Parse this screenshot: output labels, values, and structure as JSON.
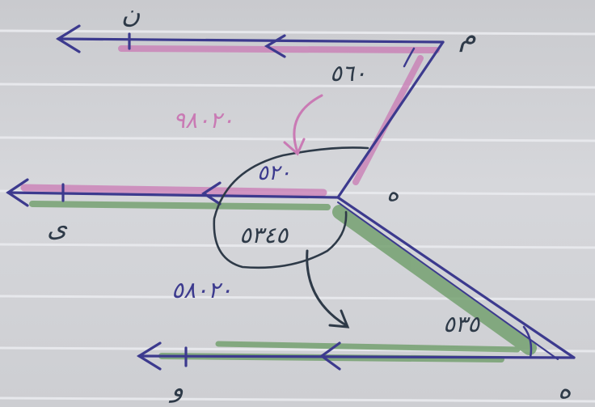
{
  "points": {
    "top_right": "م",
    "top_left": "ن",
    "vertex": "ه",
    "middle_left": "ى",
    "bottom_right": "ه",
    "bottom_left": "و"
  },
  "angles": {
    "top": "٥٦٠",
    "middle_small": "٥٢٠",
    "reflex": "٥٣٤٥",
    "bottom": "٥٣٥"
  },
  "annotations": {
    "pink_note": "٩٨٠٢٠",
    "green_note": "٥٨٠٢٠"
  },
  "colors": {
    "ink": "#3c3a8e",
    "pink": "#c97ab4",
    "green": "#6f9e6a",
    "dark": "#2e3a48",
    "paper_rule": "#e7e8ec"
  }
}
